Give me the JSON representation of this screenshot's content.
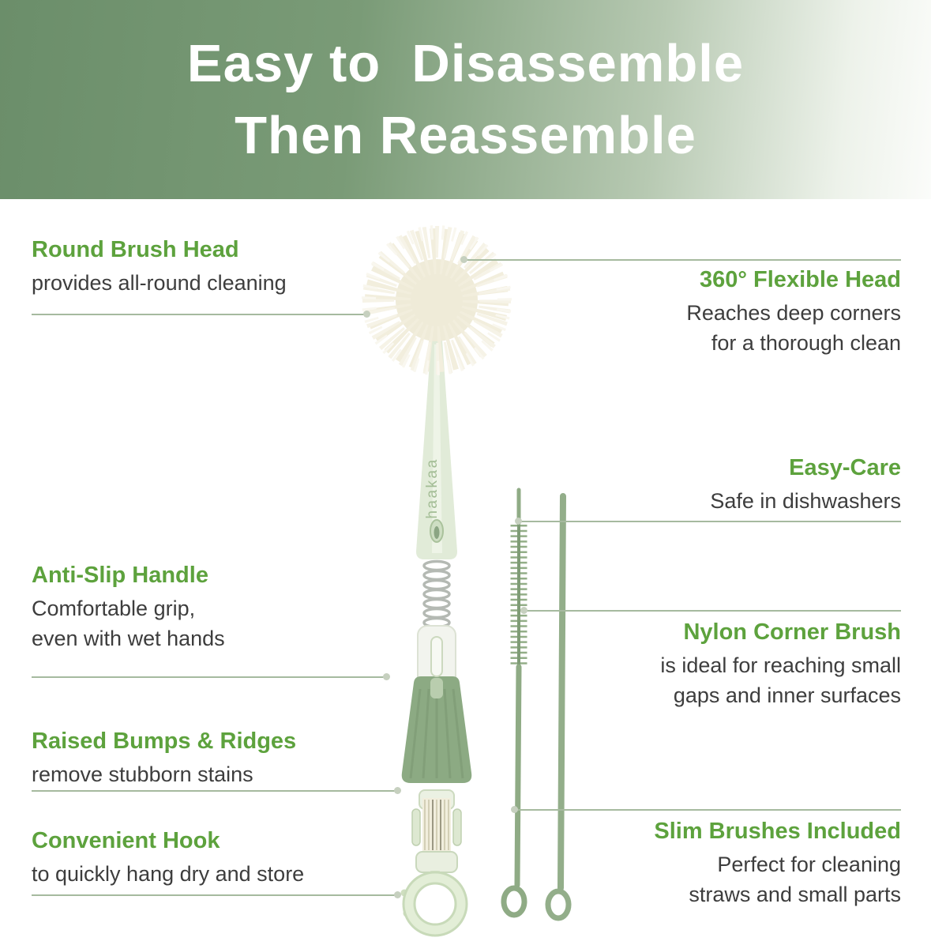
{
  "header": {
    "title_line1": "Easy to  Disassemble",
    "title_line2": "Then Reassemble"
  },
  "callouts": {
    "left": [
      {
        "title": "Round Brush Head",
        "body": "provides all-round cleaning"
      },
      {
        "title": "Anti-Slip Handle",
        "body": "Comfortable grip,\neven with wet hands"
      },
      {
        "title": "Raised Bumps & Ridges",
        "body": "remove stubborn stains"
      },
      {
        "title": "Convenient Hook",
        "body": "to quickly hang dry and store"
      }
    ],
    "right": [
      {
        "title": "360° Flexible Head",
        "body": "Reaches deep corners\nfor a thorough clean"
      },
      {
        "title": "Easy-Care",
        "body": "Safe in dishwashers"
      },
      {
        "title": "Nylon Corner Brush",
        "body": "is ideal for reaching small\ngaps and inner surfaces"
      },
      {
        "title": "Slim Brushes Included",
        "body": "Perfect for cleaning\nstraws and small parts"
      }
    ]
  },
  "product": {
    "brand": "haakaa"
  },
  "colors": {
    "header_gradient_start": "#6b8e6a",
    "header_gradient_end": "#fbfcfa",
    "accent_green": "#5da23d",
    "body_text": "#3d3d3d",
    "connector_line": "#a6ba9f",
    "sage_green": "#8fab85",
    "mint_green": "#e1ebd8",
    "bristle_cream": "#f2eedd"
  }
}
